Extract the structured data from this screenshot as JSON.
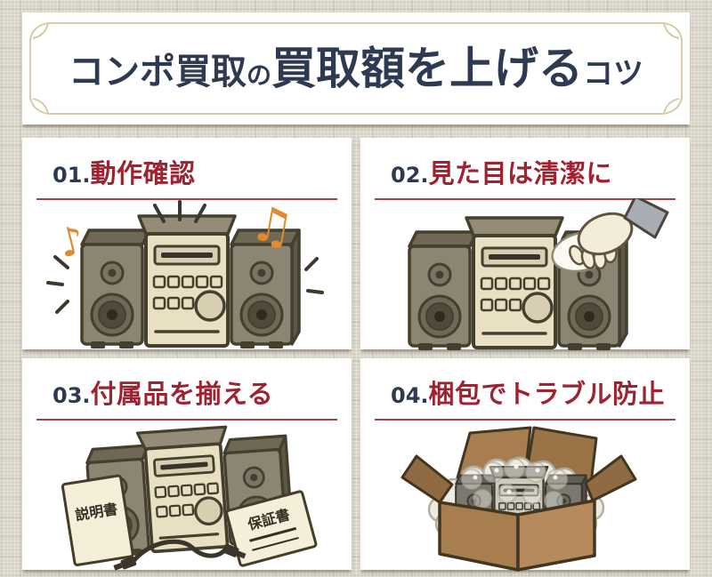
{
  "title": {
    "part1": "コンポ買取",
    "particle": "の",
    "part2": "買取額を上げる",
    "part3": "コツ"
  },
  "cards": [
    {
      "number": "01.",
      "heading": "動作確認"
    },
    {
      "number": "02.",
      "heading": "見た目は清潔に"
    },
    {
      "number": "03.",
      "heading": "付属品を揃える"
    },
    {
      "number": "04.",
      "heading": "梱包でトラブル防止"
    }
  ],
  "labels": {
    "manual": "説明書",
    "warranty": "保証書"
  },
  "icons": {
    "note_single": "♪",
    "note_double": "♫"
  },
  "colors": {
    "navy": "#2e3a52",
    "red": "#9e2230",
    "underline_red": "#a8434b",
    "orange": "#e08a2e",
    "frame_gold": "#d4c69e",
    "card_bg": "#ffffff",
    "page_bg": "#d8d3c4",
    "cardboard": "#a87e51"
  }
}
